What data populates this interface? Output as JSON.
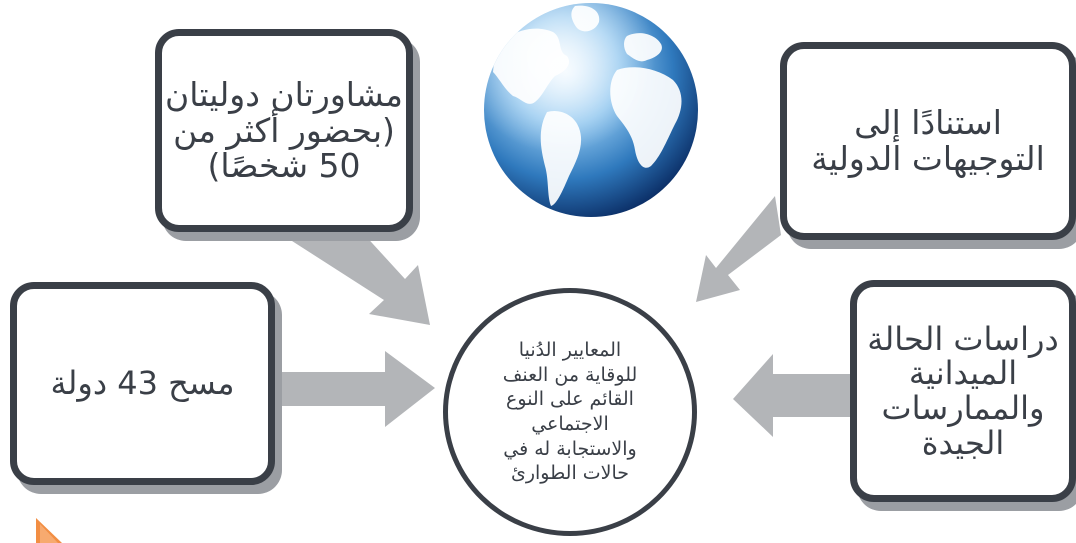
{
  "diagram": {
    "center": {
      "lines": [
        "المعايير الدُنيا",
        "للوقاية من العنف",
        "القائم على النوع",
        "الاجتماعي",
        "والاستجابة له في",
        "حالات الطوارئ"
      ]
    },
    "boxes": {
      "consultations": "مشاورتان دوليتان (بحضور أكثر من 50 شخصًا)",
      "guidance": "استنادًا إلى التوجيهات الدولية",
      "survey": "مسح 43 دولة",
      "field_studies": "دراسات الحالة الميدانية والممارسات الجيدة"
    },
    "image": {
      "icon": "globe-icon"
    },
    "colors": {
      "box_border": "#3a3f47",
      "box_shadow": "#9b9ea3",
      "arrow": "#b3b5b8",
      "accent": "#f07a22"
    }
  }
}
